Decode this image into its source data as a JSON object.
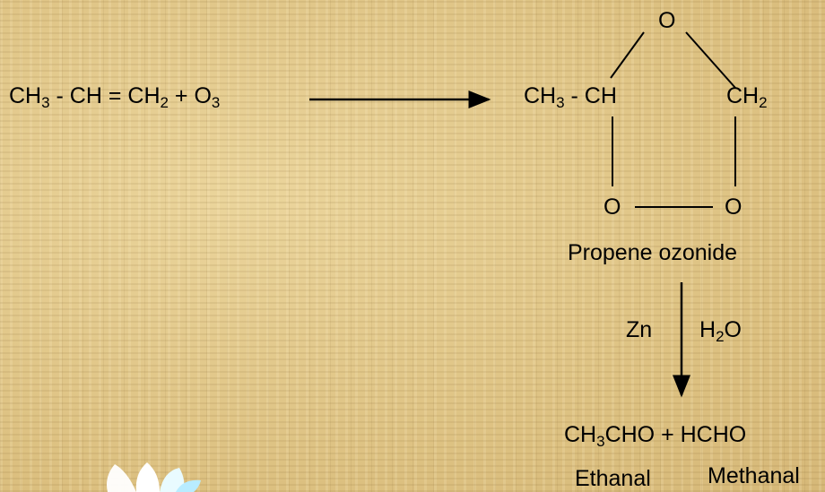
{
  "reactant": {
    "a": "CH",
    "a_sub": "3",
    "b": " - CH = CH",
    "b_sub": "2",
    "c": " + O",
    "c_sub": "3"
  },
  "ozonide": {
    "top_o": "O",
    "left_group": "CH",
    "left_group_sub": "3",
    "left_group_rest": " - CH",
    "right_group": "CH",
    "right_group_sub": "2",
    "bottom_left_o": "O",
    "bottom_right_o": "O",
    "name": "Propene ozonide"
  },
  "reagents": {
    "left": "Zn",
    "right_a": "H",
    "right_sub": "2",
    "right_b": "O"
  },
  "products": {
    "a": "CH",
    "a_sub": "3",
    "b": "CHO + HCHO",
    "name_1": "Ethanal",
    "name_2": "Methanal"
  },
  "colors": {
    "background": "#e3c98a",
    "ink": "#000000"
  }
}
